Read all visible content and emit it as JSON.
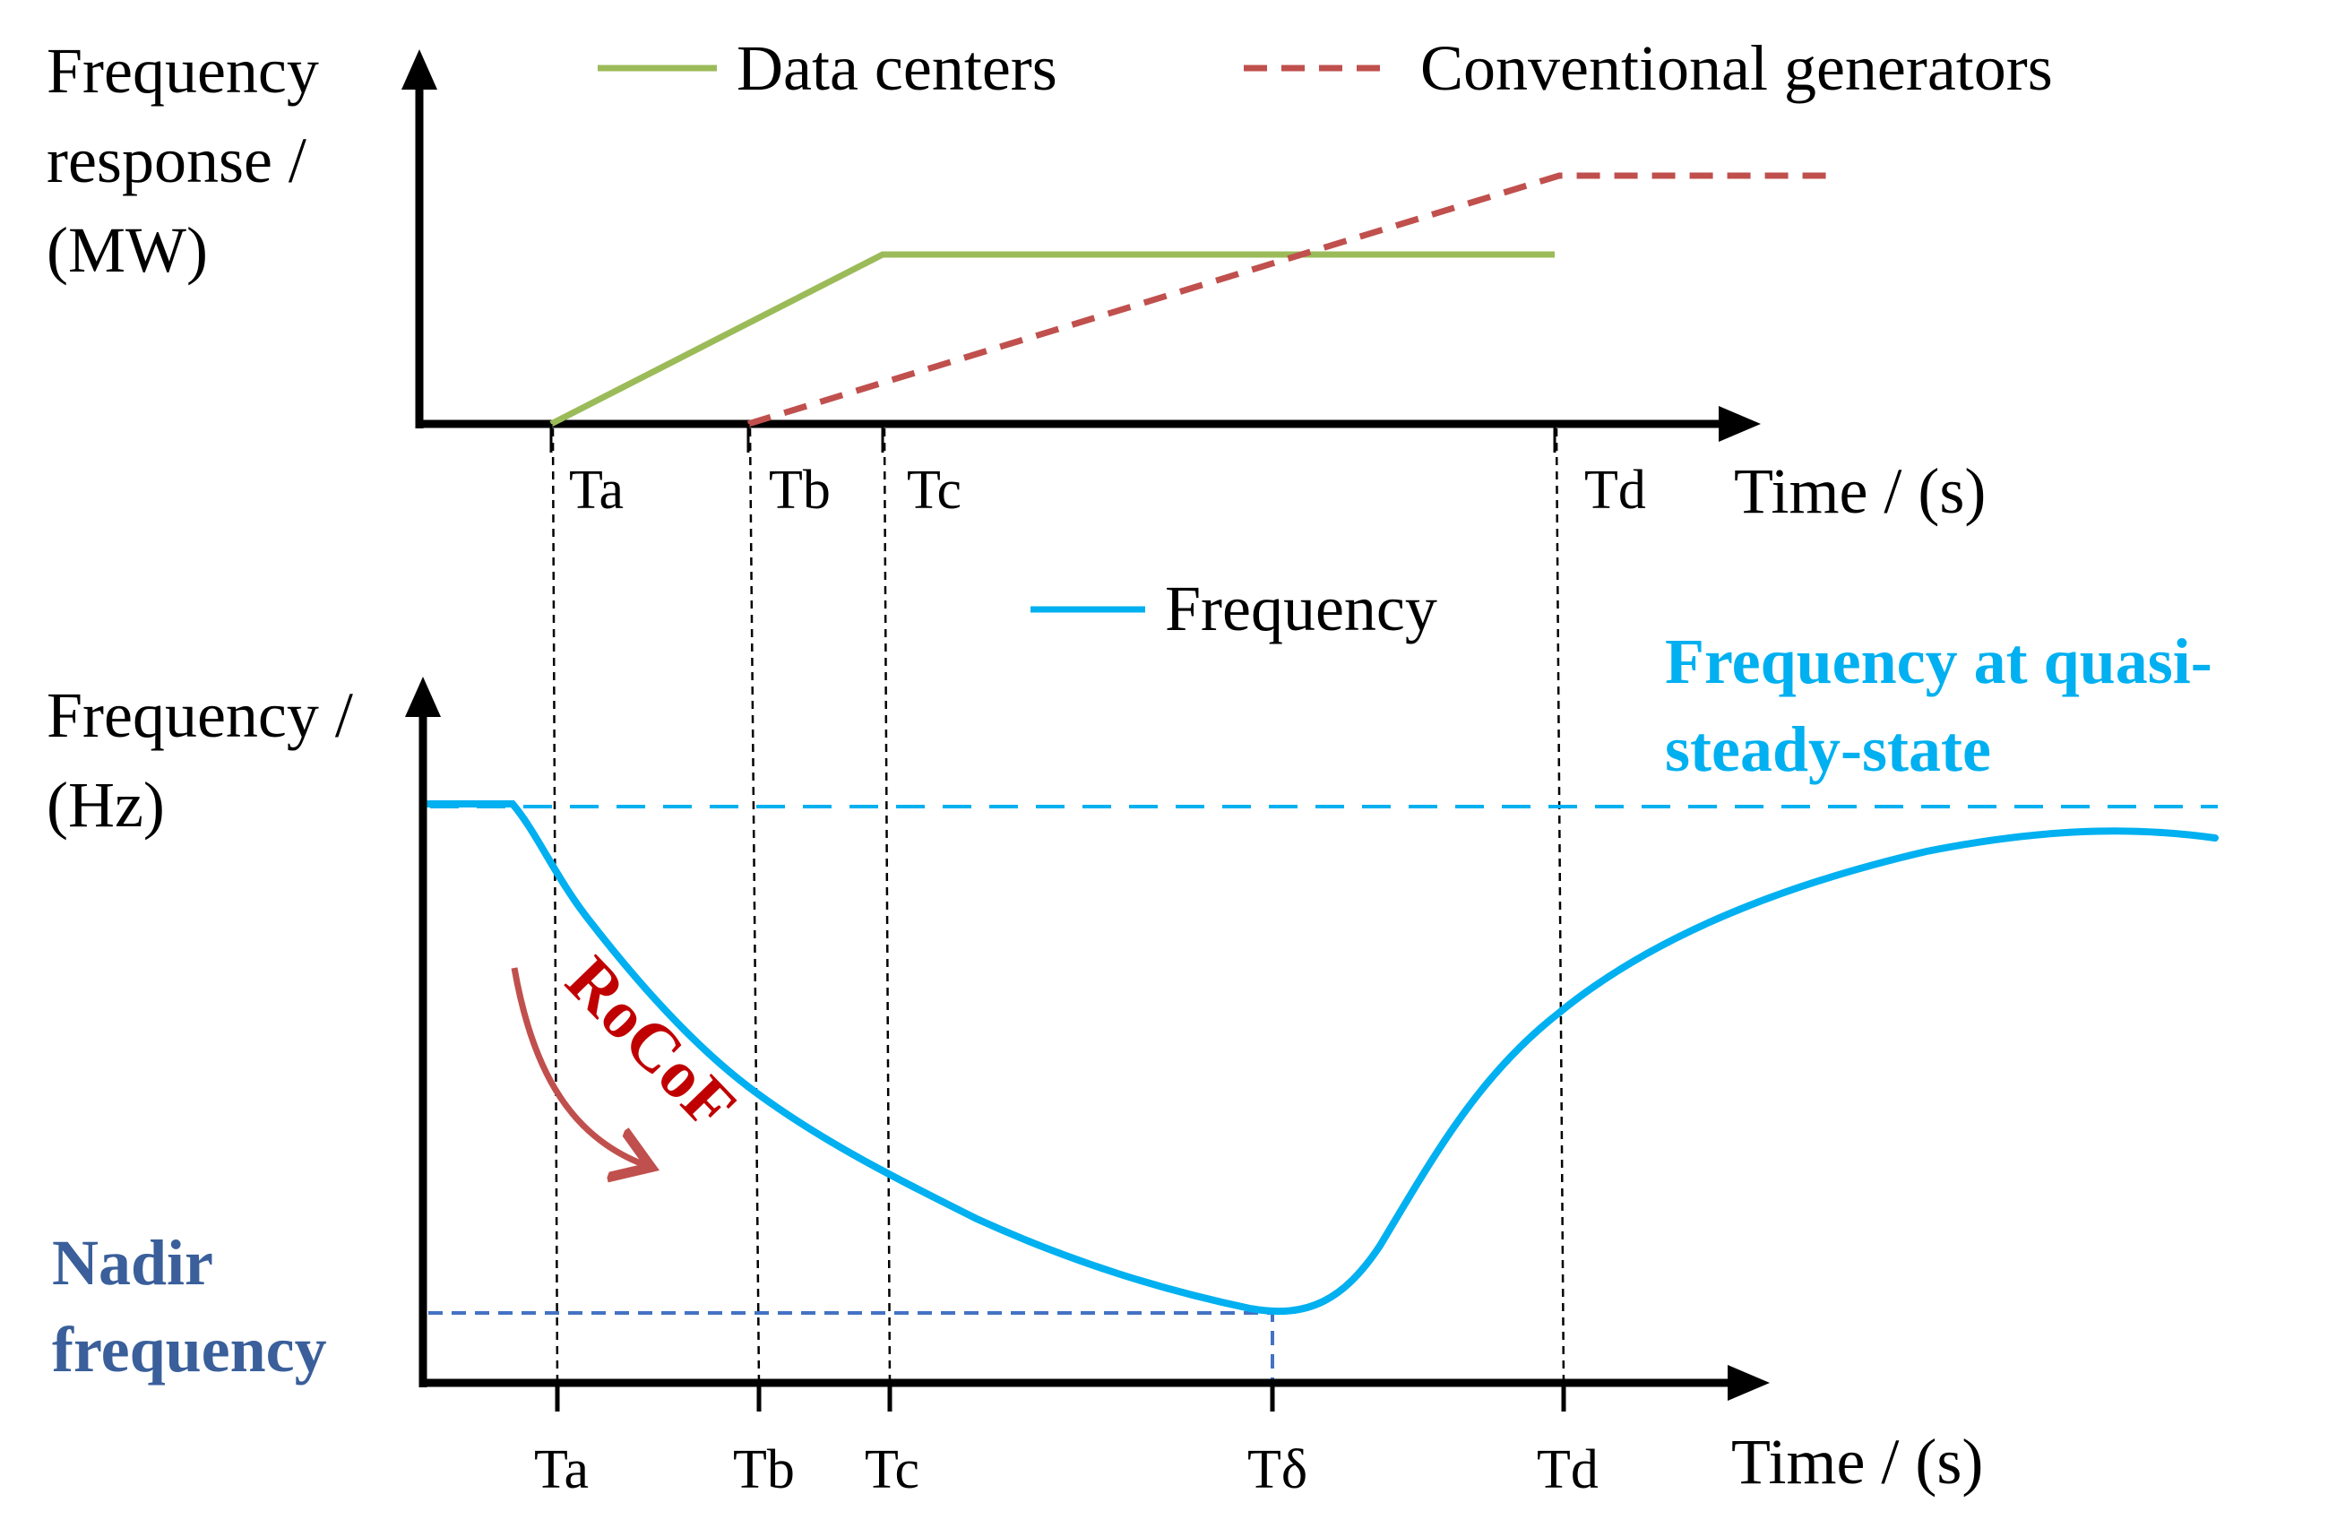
{
  "top_panel": {
    "ylabel_lines": [
      "Frequency",
      "response /",
      "(MW)"
    ],
    "xlabel": "Time / (s)",
    "legend": [
      {
        "label": "Data centers",
        "color": "#9bbb59",
        "style": "solid"
      },
      {
        "label": "Conventional generators",
        "color": "#c0504d",
        "style": "dashed"
      }
    ],
    "ticks": [
      "Ta",
      "Tb",
      "Tc",
      "Td"
    ]
  },
  "bottom_panel": {
    "ylabel_lines": [
      "Frequency /",
      "(Hz)"
    ],
    "xlabel": "Time / (s)",
    "legend": [
      {
        "label": "Frequency",
        "color": "#00b0f0",
        "style": "solid"
      }
    ],
    "ticks": [
      "Ta",
      "Tb",
      "Tc",
      "Tδ",
      "Td"
    ],
    "annotations": {
      "quasi_steady_lines": [
        "Frequency at quasi-",
        "steady-state"
      ],
      "nadir_lines": [
        "Nadir",
        "frequency"
      ],
      "rocof": "RoCoF"
    }
  },
  "colors": {
    "axis": "#000000",
    "data_centers": "#9bbb59",
    "conventional": "#c0504d",
    "frequency": "#00b0f0",
    "quasi_steady_text": "#00b0f0",
    "nadir_text": "#3a5f9a",
    "nadir_line": "#4472c4",
    "rocof": "#c00000",
    "rocof_arrow": "#c0504d"
  }
}
